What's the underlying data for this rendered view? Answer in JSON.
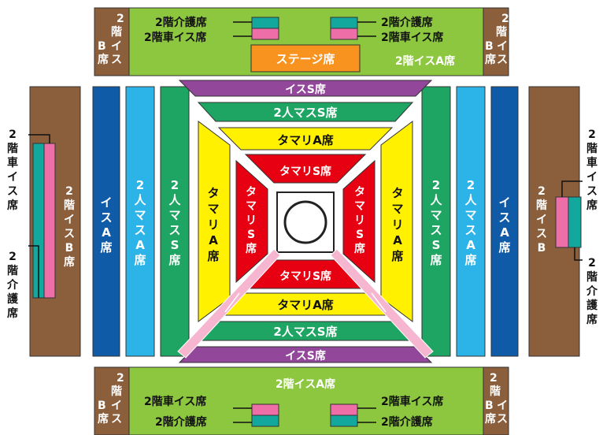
{
  "sections": {
    "stage": "ステージ席",
    "upper_a_label": "2階イスA席",
    "upper_b_label": "2階イスB席",
    "upper_b_corner": [
      "2",
      "階",
      "B",
      "イ",
      "席",
      "ス"
    ],
    "wheelchair": "2階車イス席",
    "care": "2階介護席",
    "wheelchair_vertical": [
      "2",
      "階",
      "車",
      "イ",
      "ス",
      "席"
    ],
    "care_vertical": [
      "2",
      "階",
      "介",
      "護",
      "席"
    ],
    "chair_s": "イスS席",
    "chair_a_vertical": [
      "イ",
      "ス",
      "A",
      "席"
    ],
    "box2_s": "2人マスS席",
    "box2_s_vertical": [
      "2",
      "人",
      "マ",
      "ス",
      "S",
      "席"
    ],
    "box2_a_vertical": [
      "2",
      "人",
      "マ",
      "ス",
      "A",
      "席"
    ],
    "tamari_a": "タマリA席",
    "tamari_a_vertical": [
      "タ",
      "マ",
      "リ",
      "A",
      "席"
    ],
    "tamari_s": "タマリS席",
    "tamari_s_vertical": [
      "タ",
      "マ",
      "リ",
      "S",
      "席"
    ],
    "upper_b_vertical": [
      "2",
      "階",
      "イ",
      "ス",
      "B",
      "席"
    ]
  },
  "colors": {
    "upper_green": "#8dc63f",
    "upper_b_brown": "#8b5e3c",
    "stage_orange": "#f7931e",
    "chair_s_purple": "#93479b",
    "box2_s_green": "#1fa563",
    "tamari_a_yellow": "#fff100",
    "tamari_s_red": "#e60012",
    "chair_a_blue": "#0f5ba7",
    "box2_a_cyan": "#2cb4e8",
    "wheelchair_pink": "#ee6ea7",
    "care_teal": "#13a89e",
    "aisle_pink": "#f6b6cf"
  }
}
